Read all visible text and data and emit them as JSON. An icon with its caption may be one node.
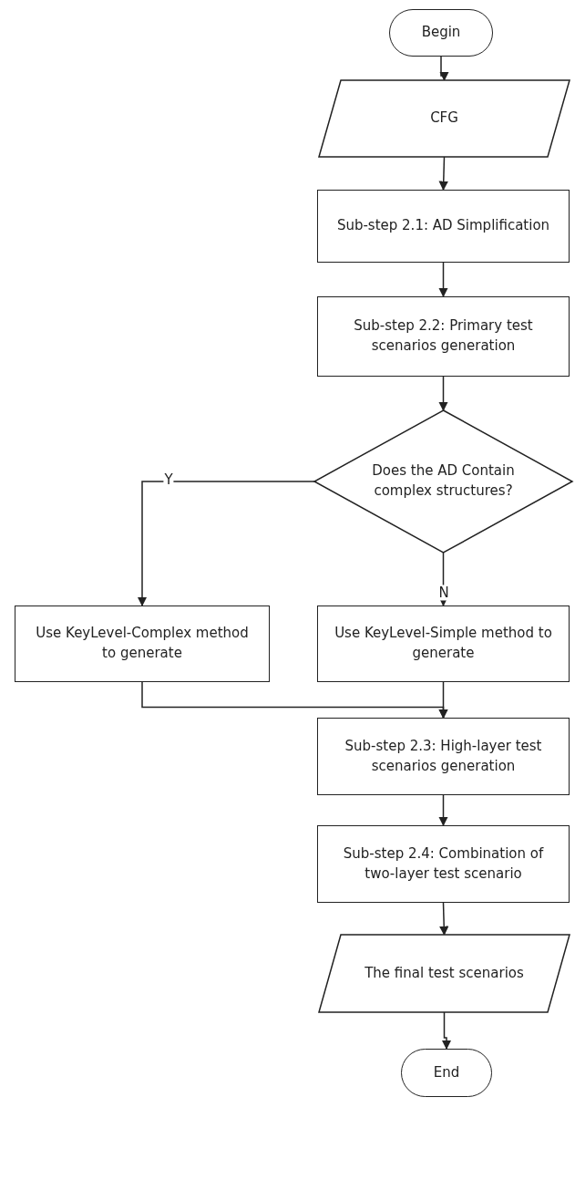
{
  "diagram": {
    "nodes": [
      {
        "text": [
          "Begin"
        ]
      },
      {
        "text": [
          "CFG"
        ]
      },
      {
        "text": [
          "Sub-step 2.1: AD Simplification"
        ]
      },
      {
        "text": [
          "Sub-step 2.2: Primary test scenarios generation"
        ]
      },
      {
        "text": [
          "Does the AD Contain complex structures?"
        ]
      },
      {
        "text": [
          "Use KeyLevel-Complex method to generate"
        ]
      },
      {
        "text": [
          "Use KeyLevel-Simple method to generate"
        ]
      },
      {
        "text": [
          "Sub-step 2.3: High-layer test scenarios generation"
        ]
      },
      {
        "text": [
          "Sub-step 2.4: Combination of two-layer test scenario"
        ]
      },
      {
        "text": [
          "The final test scenarios"
        ]
      },
      {
        "text": [
          "End"
        ]
      }
    ],
    "edges": [
      {
        "from": 0,
        "to": 1,
        "arrow": "to"
      },
      {
        "from": 1,
        "to": 2,
        "arrow": "to"
      },
      {
        "from": 2,
        "to": 3,
        "arrow": "to"
      },
      {
        "from": 3,
        "to": 4,
        "arrow": "to"
      },
      {
        "from": 4,
        "to": 5,
        "arrow": "to",
        "label": "Y"
      },
      {
        "from": 4,
        "to": 6,
        "arrow": "to",
        "label": "N"
      },
      {
        "from": 5,
        "to": 7,
        "arrow": "to"
      },
      {
        "from": 6,
        "to": 7,
        "arrow": "to"
      },
      {
        "from": 7,
        "to": 8,
        "arrow": "to"
      },
      {
        "from": 8,
        "to": 9,
        "arrow": "to"
      },
      {
        "from": 9,
        "to": 10,
        "arrow": "to"
      }
    ]
  }
}
